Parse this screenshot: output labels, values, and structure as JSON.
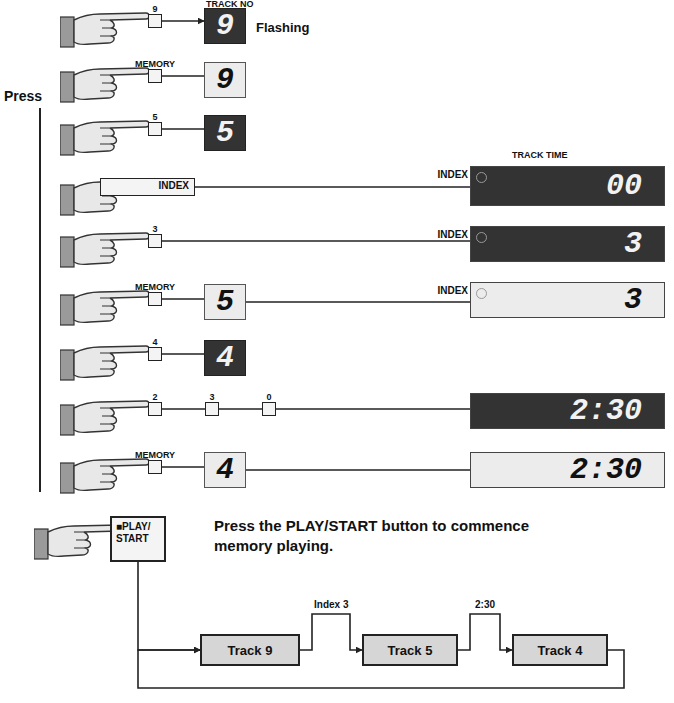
{
  "diagram": {
    "nodes": [
      {
        "text": [
          "9"
        ]
      },
      {
        "text": [
          "9"
        ]
      },
      {
        "text": [
          "MEMORY"
        ]
      },
      {
        "text": [
          "9"
        ]
      },
      {
        "text": [
          "5"
        ]
      },
      {
        "text": [
          "5"
        ]
      },
      {
        "text": [
          "INDEX"
        ]
      },
      {
        "text": [
          "INDEX",
          "00"
        ]
      },
      {
        "text": [
          "3"
        ]
      },
      {
        "text": [
          "INDEX",
          "3"
        ]
      },
      {
        "text": [
          "MEMORY"
        ]
      },
      {
        "text": [
          "5"
        ]
      },
      {
        "text": [
          "INDEX",
          "3"
        ]
      },
      {
        "text": [
          "4"
        ]
      },
      {
        "text": [
          "4"
        ]
      },
      {
        "text": [
          "2"
        ]
      },
      {
        "text": [
          "3"
        ]
      },
      {
        "text": [
          "0"
        ]
      },
      {
        "text": [
          "2:30"
        ]
      },
      {
        "text": [
          "MEMORY"
        ]
      },
      {
        "text": [
          "4"
        ]
      },
      {
        "text": [
          "2:30"
        ]
      },
      {
        "text": [
          "■PLAY/ START"
        ]
      },
      {
        "text": [
          "Track 9"
        ]
      },
      {
        "text": [
          "Track 5"
        ]
      },
      {
        "text": [
          "Track 4"
        ]
      }
    ],
    "edges": [
      {
        "from": 0,
        "to": 1,
        "arrow": "to"
      },
      {
        "from": 2,
        "to": 3,
        "arrow": "none"
      },
      {
        "from": 4,
        "to": 5,
        "arrow": "none"
      },
      {
        "from": 6,
        "to": 7,
        "arrow": "none"
      },
      {
        "from": 8,
        "to": 9,
        "arrow": "none"
      },
      {
        "from": 10,
        "to": 11,
        "arrow": "none"
      },
      {
        "from": 11,
        "to": 12,
        "arrow": "none"
      },
      {
        "from": 13,
        "to": 14,
        "arrow": "none"
      },
      {
        "from": 15,
        "to": 16,
        "arrow": "none"
      },
      {
        "from": 16,
        "to": 17,
        "arrow": "none"
      },
      {
        "from": 17,
        "to": 18,
        "arrow": "none"
      },
      {
        "from": 19,
        "to": 20,
        "arrow": "none"
      },
      {
        "from": 20,
        "to": 21,
        "arrow": "none"
      },
      {
        "from": 22,
        "to": 23,
        "arrow": "to"
      },
      {
        "from": 23,
        "to": 24,
        "label": "Index 3",
        "arrow": "to"
      },
      {
        "from": 24,
        "to": 25,
        "label": "2:30",
        "arrow": "to"
      },
      {
        "from": 25,
        "to": 23,
        "arrow": "to"
      }
    ],
    "labels": [
      "Press",
      "TRACK NO",
      "Flashing",
      "TRACK TIME",
      "Press the PLAY/START button to commence memory playing."
    ]
  }
}
